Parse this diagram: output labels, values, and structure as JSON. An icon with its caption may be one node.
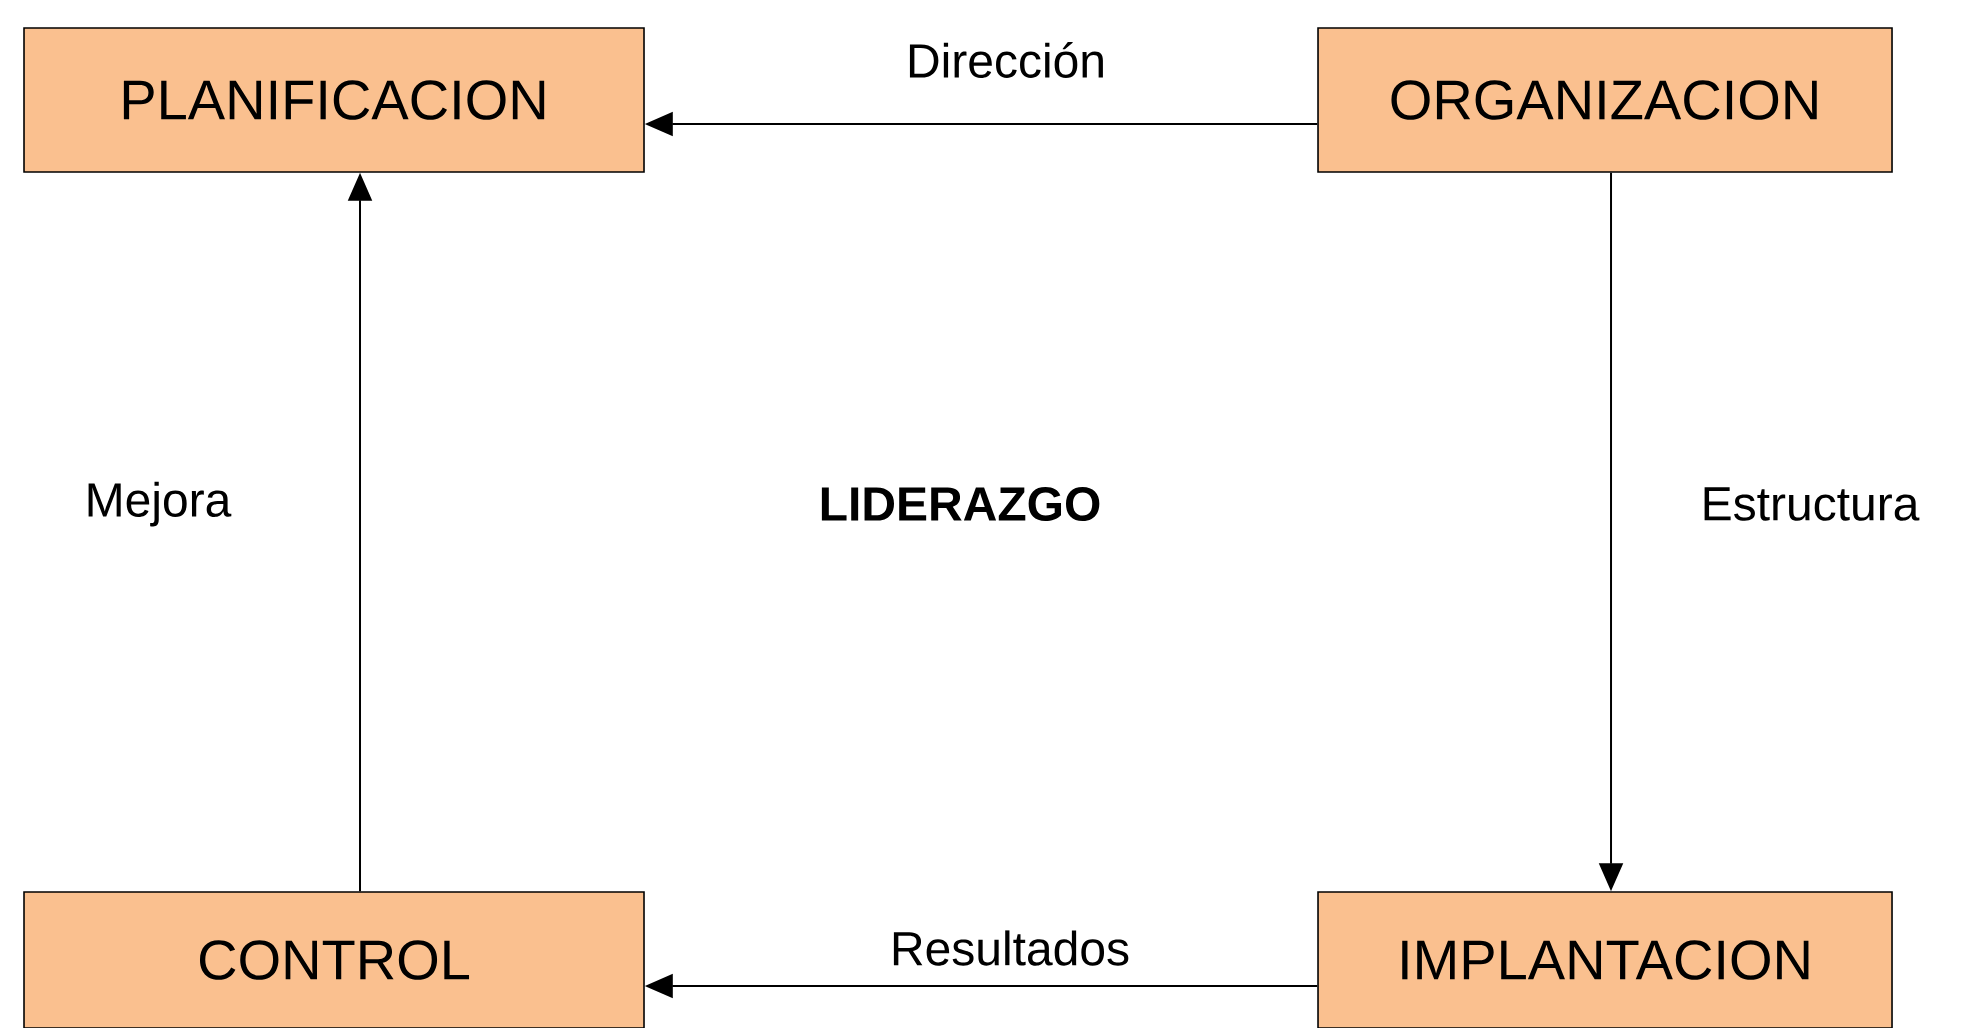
{
  "diagram": {
    "nodes": [
      {
        "text": [
          "PLANIFICACION"
        ]
      },
      {
        "text": [
          "ORGANIZACION"
        ]
      },
      {
        "text": [
          "CONTROL"
        ]
      },
      {
        "text": [
          "IMPLANTACION"
        ]
      }
    ],
    "edges": [
      {
        "from": 1,
        "to": 0,
        "arrow": "to",
        "label": "Dirección"
      },
      {
        "from": 1,
        "to": 3,
        "arrow": "to",
        "label": "Estructura"
      },
      {
        "from": 3,
        "to": 2,
        "arrow": "to",
        "label": "Resultados"
      },
      {
        "from": 2,
        "to": 0,
        "arrow": "to",
        "label": "Mejora"
      }
    ],
    "labels": [
      "**LIDERAZGO**"
    ]
  }
}
